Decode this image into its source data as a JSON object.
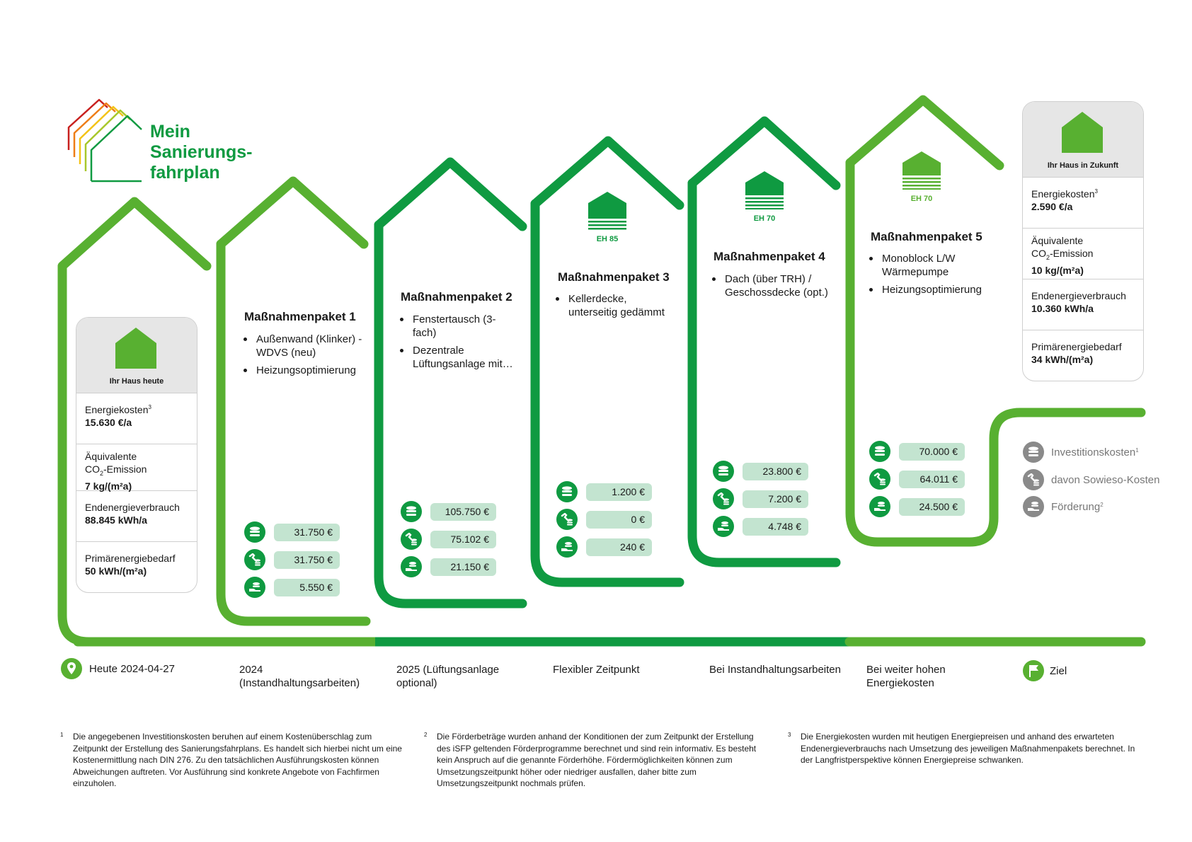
{
  "logo": {
    "line1": "Mein",
    "line2": "Sanierungs-",
    "line3": "fahrplan"
  },
  "today_card": {
    "title": "Ihr Haus heute",
    "rows": [
      {
        "label": "Energiekosten",
        "sup": "3",
        "value": "15.630 €/a"
      },
      {
        "label": "Äquivalente",
        "label2": "CO",
        "sub": "2",
        "label3": "-Emission",
        "value": "7 kg/(m²a)"
      },
      {
        "label": "Endenergieverbrauch",
        "value": "88.845 kWh/a"
      },
      {
        "label": "Primärenergiebedarf",
        "value": "50 kWh/(m²a)"
      }
    ]
  },
  "future_card": {
    "title": "Ihr Haus in Zukunft",
    "rows": [
      {
        "label": "Energiekosten",
        "sup": "3",
        "value": "2.590 €/a"
      },
      {
        "label": "Äquivalente",
        "label2": "CO",
        "sub": "2",
        "label3": "-Emission",
        "value": "10 kg/(m²a)"
      },
      {
        "label": "Endenergieverbrauch",
        "value": "10.360 kWh/a"
      },
      {
        "label": "Primärenergiebedarf",
        "value": "34 kWh/(m²a)"
      }
    ]
  },
  "packages": [
    {
      "title": "Maßnahmenpaket 1",
      "items": [
        "Außenwand (Klinker) - WDVS (neu)",
        "Heizungsoptimierung"
      ],
      "eh": "",
      "costs": [
        "31.750 €",
        "31.750 €",
        "5.550 €"
      ]
    },
    {
      "title": "Maßnahmenpaket 2",
      "items": [
        "Fenstertausch (3-fach)",
        "Dezentrale Lüftungsanlage mit…"
      ],
      "eh": "",
      "costs": [
        "105.750 €",
        "75.102 €",
        "21.150 €"
      ]
    },
    {
      "title": "Maßnahmenpaket 3",
      "items": [
        "Kellerdecke, unterseitig gedämmt"
      ],
      "eh": "EH 85",
      "costs": [
        "1.200 €",
        "0 €",
        "240 €"
      ]
    },
    {
      "title": "Maßnahmenpaket 4",
      "items": [
        "Dach (über TRH) / Geschossdecke (opt.)"
      ],
      "eh": "EH 70",
      "costs": [
        "23.800 €",
        "7.200 €",
        "4.748 €"
      ]
    },
    {
      "title": "Maßnahmenpaket 5",
      "items": [
        "Monoblock L/W Wärmepumpe",
        "Heizungsoptimierung"
      ],
      "eh": "EH 70",
      "costs": [
        "70.000 €",
        "64.011 €",
        "24.500 €"
      ]
    }
  ],
  "legend": [
    {
      "label": "Investitionskosten",
      "sup": "1",
      "icon": "coins-icon"
    },
    {
      "label": "davon Sowieso-Kosten",
      "sup": "",
      "icon": "wrench-coins-icon"
    },
    {
      "label": "Förderung",
      "sup": "2",
      "icon": "hand-coins-icon"
    }
  ],
  "timeline": {
    "today": "Heute 2024-04-27",
    "labels": [
      "2024 (Instandhaltungsarbeiten)",
      "2025 (Lüftungsanlage optional)",
      "Flexibler Zeitpunkt",
      "Bei Instandhaltungsarbeiten",
      "Bei weiter hohen Energiekosten"
    ],
    "goal": "Ziel"
  },
  "footnotes": [
    {
      "num": "1",
      "text": "Die angegebenen Investitionskosten beruhen auf einem Kostenüberschlag zum Zeitpunkt der Erstellung des Sanierungsfahrplans. Es handelt sich hierbei nicht um eine Kostenermittlung nach DIN 276. Zu den tatsächlichen Ausführungskosten können Abweichungen auftreten. Vor Ausführung sind konkrete Angebote von Fachfirmen einzuholen."
    },
    {
      "num": "2",
      "text": "Die Förderbeträge wurden anhand der Konditionen der zum Zeitpunkt der Erstellung des iSFP geltenden Förderprogramme berechnet und sind rein informativ. Es besteht kein Anspruch auf die genannte Förderhöhe. Fördermöglichkeiten können zum Umsetzungszeitpunkt höher oder niedriger ausfallen, daher bitte zum Umsetzungszeitpunkt nochmals prüfen."
    },
    {
      "num": "3",
      "text": "Die Energiekosten wurden mit heutigen Energiepreisen und anhand des erwarteten Endenergieverbrauchs nach Umsetzung des jeweiligen Maßnahmenpakets berechnet. In der Langfristperspektive können Energiepreise schwanken."
    }
  ],
  "colors": {
    "dark_green": "#0f9a41",
    "light_green": "#58b031",
    "pill": "#c3e4d0",
    "grey": "#8a8a8a"
  }
}
